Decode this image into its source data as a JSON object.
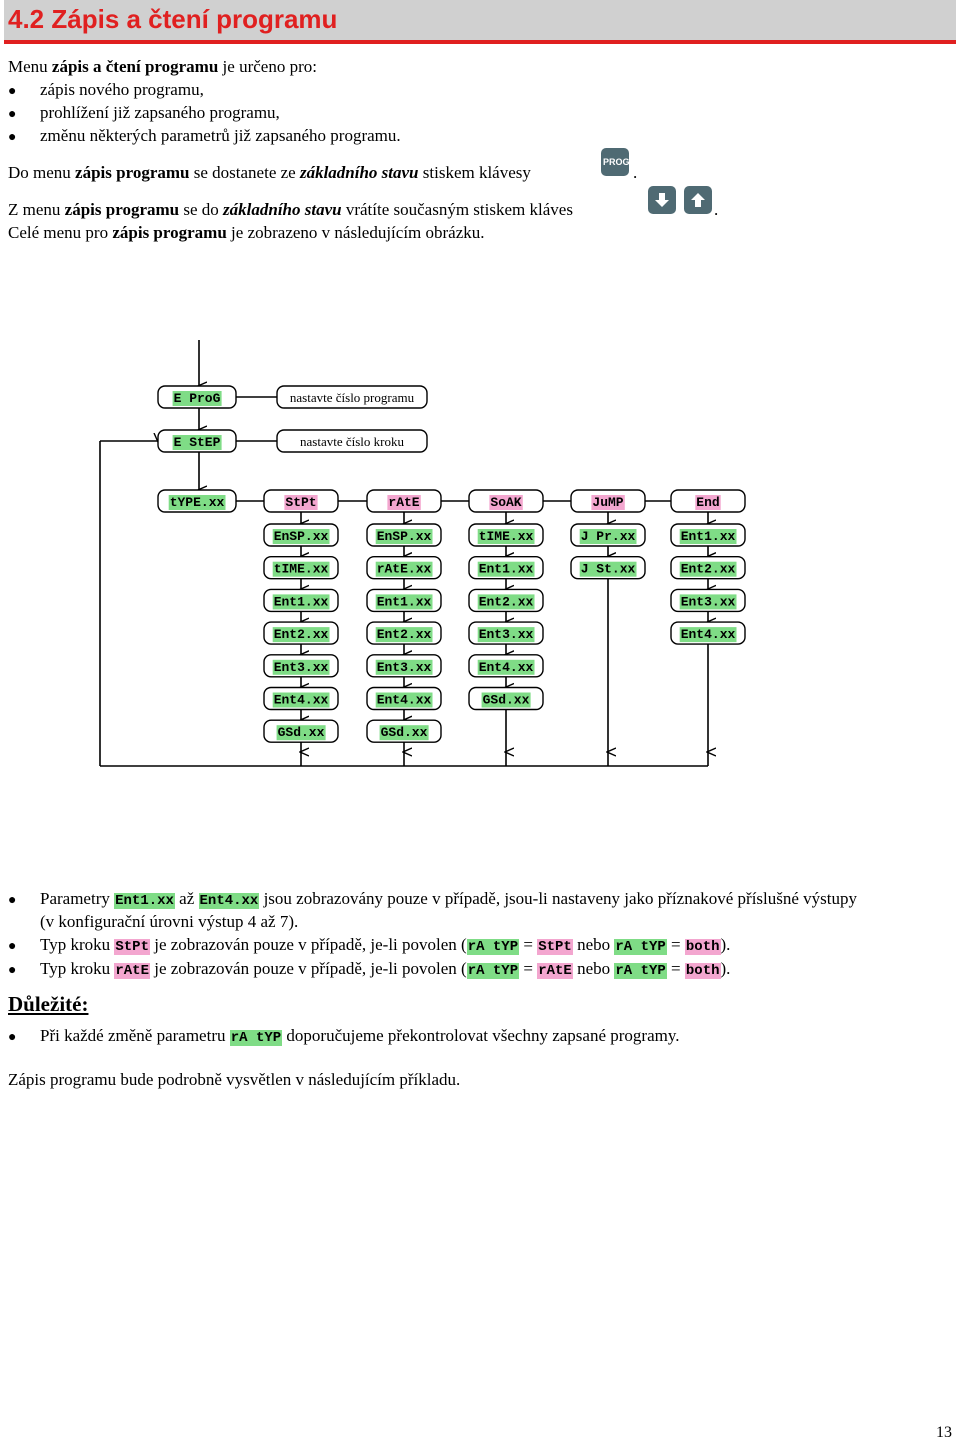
{
  "header": {
    "title": "4.2 Zápis a čtení programu"
  },
  "intro": {
    "p1_a": "Menu ",
    "p1_b": "zápis a čtení programu",
    "p1_c": " je určeno pro:",
    "bullets": [
      "zápis nového programu,",
      "prohlížení již zapsaného programu,",
      "změnu některých parametrů již zapsaného programu."
    ],
    "line_prog_a": "Do menu ",
    "line_prog_b": "zápis programu",
    "line_prog_c": " se dostanete ze ",
    "line_prog_d": "základního stavu",
    "line_prog_e": " stiskem klávesy",
    "line_prog_end": ".",
    "prog_key": "PROG",
    "line_back_a": "Z menu ",
    "line_back_b": "zápis programu",
    "line_back_c": " se do ",
    "line_back_d": "základního stavu",
    "line_back_e": " vrátíte současným stiskem kláves",
    "line_back_end": ".",
    "line_fig_a": "Celé menu pro ",
    "line_fig_b": "zápis programu",
    "line_fig_c": " je zobrazeno v následujícím obrázku."
  },
  "diagram": {
    "e_prog": "E ProG",
    "e_prog_note": "nastavte číslo programu",
    "e_step": "E StEP",
    "e_step_note": "nastavte číslo kroku",
    "type": "tYPE.xx",
    "columns": [
      {
        "head": "StPt",
        "items": [
          "EnSP.xx",
          "tIME.xx",
          "Ent1.xx",
          "Ent2.xx",
          "Ent3.xx",
          "Ent4.xx",
          "GSd.xx"
        ]
      },
      {
        "head": "rAtE",
        "items": [
          "EnSP.xx",
          "rAtE.xx",
          "Ent1.xx",
          "Ent2.xx",
          "Ent3.xx",
          "Ent4.xx",
          "GSd.xx"
        ]
      },
      {
        "head": "SoAK",
        "items": [
          "tIME.xx",
          "Ent1.xx",
          "Ent2.xx",
          "Ent3.xx",
          "Ent4.xx",
          "GSd.xx"
        ]
      },
      {
        "head": "JuMP",
        "items": [
          "J Pr.xx",
          "J St.xx"
        ]
      },
      {
        "head": "End",
        "items": [
          "Ent1.xx",
          "Ent2.xx",
          "Ent3.xx",
          "Ent4.xx"
        ]
      }
    ],
    "colors": {
      "display_green": "#7fdc86",
      "display_pink": "#f3a6cf"
    }
  },
  "notes": {
    "n1_a": "Parametry ",
    "n1_c1": "Ent1.xx",
    "n1_b": " až ",
    "n1_c2": "Ent4.xx",
    "n1_d": " jsou zobrazovány pouze v případě, jsou-li nastaveny jako příznakové příslušné výstupy",
    "n1_e": "(v konfigurační úrovni výstup 4 až 7).",
    "n2_a": "Typ kroku ",
    "n2_c1": "StPt",
    "n2_b": " je zobrazován pouze v případě, je-li povolen (",
    "n2_c2": "rA tYP",
    "n2_eq1": " = ",
    "n2_c3": "StPt",
    "n2_or": " nebo ",
    "n2_c4": "rA tYP",
    "n2_eq2": " = ",
    "n2_c5": "both",
    "n2_end": ").",
    "n3_a": "Typ kroku ",
    "n3_c1": "rAtE",
    "n3_b": " je zobrazován pouze v případě, je-li povolen (",
    "n3_c2": "rA tYP",
    "n3_eq1": " = ",
    "n3_c3": "rAtE",
    "n3_or": " nebo ",
    "n3_c4": "rA tYP",
    "n3_eq2": " = ",
    "n3_c5": "both",
    "n3_end": ")."
  },
  "important": {
    "title": "Důležité:",
    "b_a": "Při každé změně parametru ",
    "b_code": "rA tYP",
    "b_c": " doporučujeme překontrolovat všechny zapsané programy."
  },
  "footer_text": "Zápis programu bude podrobně vysvětlen v následujícím příkladu.",
  "page_number": "13"
}
